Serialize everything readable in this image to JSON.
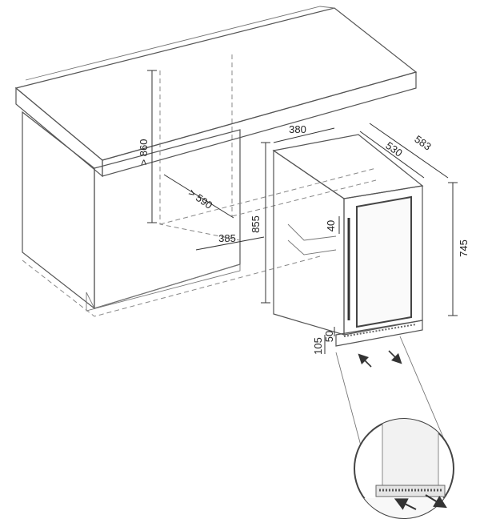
{
  "dimensions": {
    "counter_height": "> 860",
    "niche_depth": "> 590",
    "niche_width_front": "385",
    "niche_height": "855",
    "unit_width": "380",
    "unit_depth_body": "530",
    "unit_depth_total": "583",
    "door_offset": "40",
    "unit_height_body": "745",
    "plinth_gap": "50",
    "plinth_height": "105"
  },
  "colors": {
    "line": "#555555",
    "cabinet_fill": "#e6e6e6",
    "cabinet_shade": "#d2d2d2",
    "unit_fill": "#ffffff",
    "arrow": "#333333"
  },
  "icons": {
    "airflow_in": "arrow-up-left-icon",
    "airflow_out": "arrow-down-right-icon"
  }
}
